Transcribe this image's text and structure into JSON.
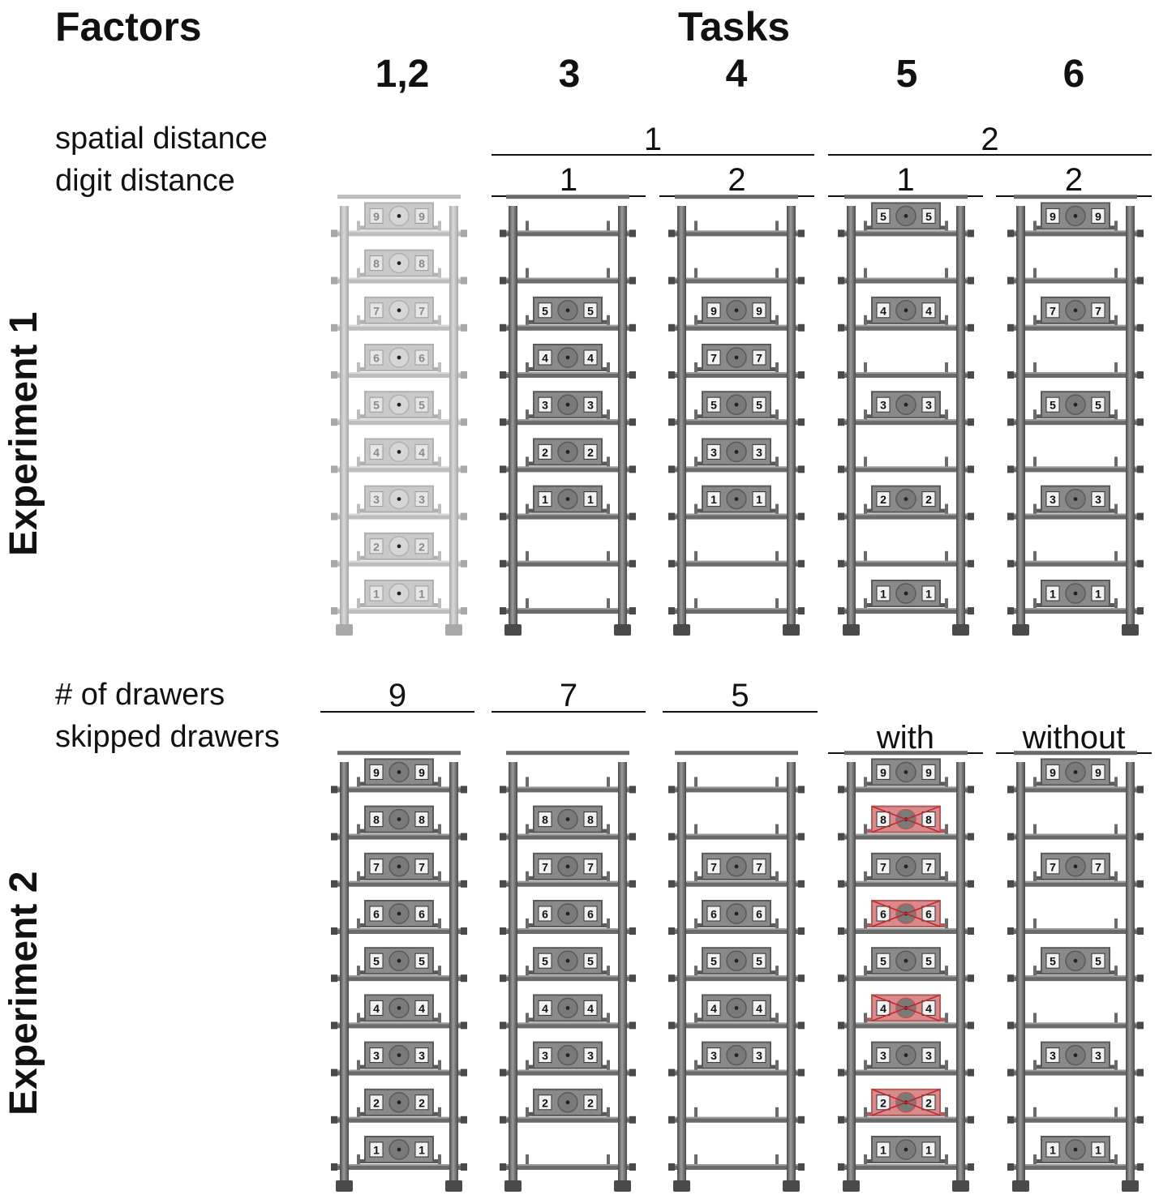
{
  "header": {
    "factors": "Factors",
    "tasks": "Tasks",
    "task_numbers": [
      "1,2",
      "3",
      "4",
      "5",
      "6"
    ]
  },
  "experiment1": {
    "title": "Experiment 1",
    "factor_labels": {
      "spatial_distance": "spatial distance",
      "digit_distance": "digit distance"
    },
    "spatial_values": [
      "1",
      "2"
    ],
    "digit_values": [
      "1",
      "2",
      "1",
      "2"
    ],
    "racks": [
      {
        "shade": "light",
        "drawers": [
          {
            "level": 9,
            "label": "9"
          },
          {
            "level": 8,
            "label": "8"
          },
          {
            "level": 7,
            "label": "7"
          },
          {
            "level": 6,
            "label": "6"
          },
          {
            "level": 5,
            "label": "5"
          },
          {
            "level": 4,
            "label": "4"
          },
          {
            "level": 3,
            "label": "3"
          },
          {
            "level": 2,
            "label": "2"
          },
          {
            "level": 1,
            "label": "1"
          }
        ]
      },
      {
        "shade": "dark",
        "drawers": [
          {
            "level": 7,
            "label": "5"
          },
          {
            "level": 6,
            "label": "4"
          },
          {
            "level": 5,
            "label": "3"
          },
          {
            "level": 4,
            "label": "2"
          },
          {
            "level": 3,
            "label": "1"
          }
        ]
      },
      {
        "shade": "dark",
        "drawers": [
          {
            "level": 7,
            "label": "9"
          },
          {
            "level": 6,
            "label": "7"
          },
          {
            "level": 5,
            "label": "5"
          },
          {
            "level": 4,
            "label": "3"
          },
          {
            "level": 3,
            "label": "1"
          }
        ]
      },
      {
        "shade": "dark",
        "drawers": [
          {
            "level": 9,
            "label": "5"
          },
          {
            "level": 7,
            "label": "4"
          },
          {
            "level": 5,
            "label": "3"
          },
          {
            "level": 3,
            "label": "2"
          },
          {
            "level": 1,
            "label": "1"
          }
        ]
      },
      {
        "shade": "dark",
        "drawers": [
          {
            "level": 9,
            "label": "9"
          },
          {
            "level": 7,
            "label": "7"
          },
          {
            "level": 5,
            "label": "5"
          },
          {
            "level": 3,
            "label": "3"
          },
          {
            "level": 1,
            "label": "1"
          }
        ]
      }
    ]
  },
  "experiment2": {
    "title": "Experiment 2",
    "factor_labels": {
      "num_drawers": "# of drawers",
      "skipped_drawers": "skipped drawers"
    },
    "num_drawers_values": [
      "9",
      "7",
      "5"
    ],
    "skipped_values": [
      "with",
      "without"
    ],
    "racks": [
      {
        "shade": "dark",
        "drawers": [
          {
            "level": 9,
            "label": "9"
          },
          {
            "level": 8,
            "label": "8"
          },
          {
            "level": 7,
            "label": "7"
          },
          {
            "level": 6,
            "label": "6"
          },
          {
            "level": 5,
            "label": "5"
          },
          {
            "level": 4,
            "label": "4"
          },
          {
            "level": 3,
            "label": "3"
          },
          {
            "level": 2,
            "label": "2"
          },
          {
            "level": 1,
            "label": "1"
          }
        ]
      },
      {
        "shade": "dark",
        "drawers": [
          {
            "level": 8,
            "label": "8"
          },
          {
            "level": 7,
            "label": "7"
          },
          {
            "level": 6,
            "label": "6"
          },
          {
            "level": 5,
            "label": "5"
          },
          {
            "level": 4,
            "label": "4"
          },
          {
            "level": 3,
            "label": "3"
          },
          {
            "level": 2,
            "label": "2"
          }
        ]
      },
      {
        "shade": "dark",
        "drawers": [
          {
            "level": 7,
            "label": "7"
          },
          {
            "level": 6,
            "label": "6"
          },
          {
            "level": 5,
            "label": "5"
          },
          {
            "level": 4,
            "label": "4"
          },
          {
            "level": 3,
            "label": "3"
          }
        ]
      },
      {
        "shade": "dark",
        "drawers": [
          {
            "level": 9,
            "label": "9"
          },
          {
            "level": 8,
            "label": "8",
            "skipped": true
          },
          {
            "level": 7,
            "label": "7"
          },
          {
            "level": 6,
            "label": "6",
            "skipped": true
          },
          {
            "level": 5,
            "label": "5"
          },
          {
            "level": 4,
            "label": "4",
            "skipped": true
          },
          {
            "level": 3,
            "label": "3"
          },
          {
            "level": 2,
            "label": "2",
            "skipped": true
          },
          {
            "level": 1,
            "label": "1"
          }
        ]
      },
      {
        "shade": "dark",
        "drawers": [
          {
            "level": 9,
            "label": "9"
          },
          {
            "level": 7,
            "label": "7"
          },
          {
            "level": 5,
            "label": "5"
          },
          {
            "level": 3,
            "label": "3"
          },
          {
            "level": 1,
            "label": "1"
          }
        ]
      }
    ]
  },
  "colors": {
    "dark_frame": "#6a6a6a",
    "light_frame": "#bdbdbd",
    "skipped_fill": "#d98a8a",
    "skipped_cross": "#c0282e"
  }
}
